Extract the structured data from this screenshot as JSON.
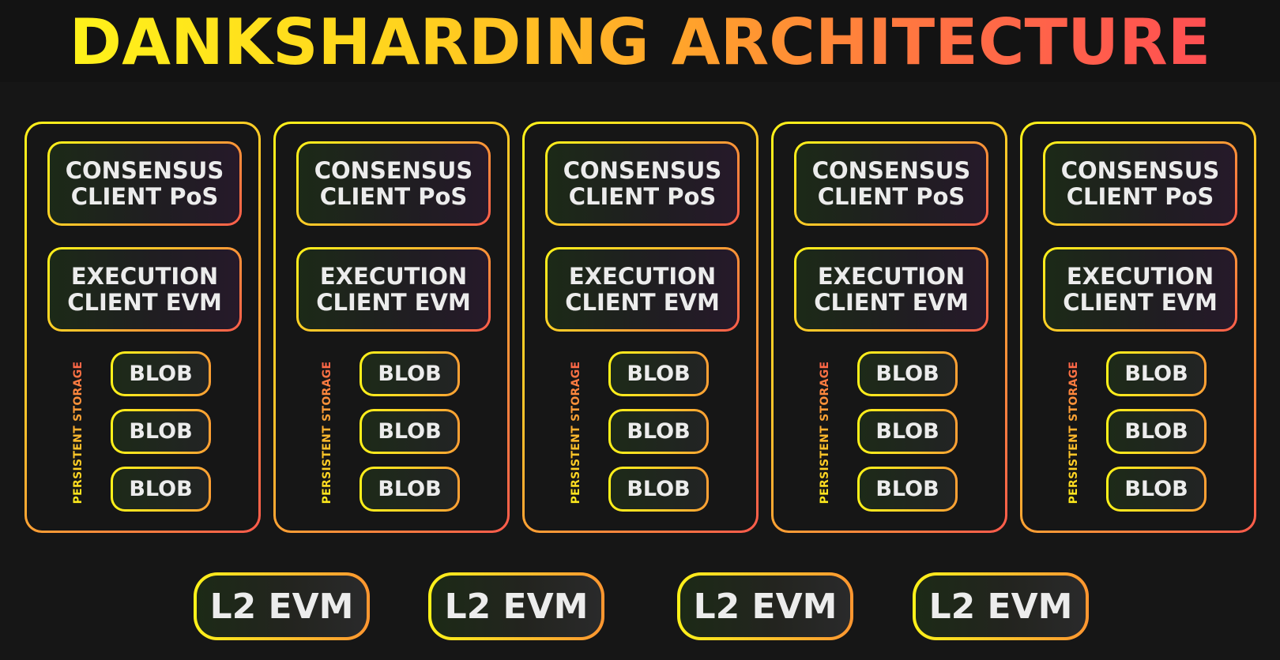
{
  "title": "DANKSHARDING ARCHITECTURE",
  "nodes": [
    {
      "consensus": [
        "CONSENSUS",
        "CLIENT PoS"
      ],
      "execution": [
        "EXECUTION",
        "CLIENT EVM"
      ],
      "storage_label": "PERSISTENT STORAGE",
      "blobs": [
        "BLOB",
        "BLOB",
        "BLOB"
      ]
    },
    {
      "consensus": [
        "CONSENSUS",
        "CLIENT PoS"
      ],
      "execution": [
        "EXECUTION",
        "CLIENT EVM"
      ],
      "storage_label": "PERSISTENT STORAGE",
      "blobs": [
        "BLOB",
        "BLOB",
        "BLOB"
      ]
    },
    {
      "consensus": [
        "CONSENSUS",
        "CLIENT PoS"
      ],
      "execution": [
        "EXECUTION",
        "CLIENT EVM"
      ],
      "storage_label": "PERSISTENT STORAGE",
      "blobs": [
        "BLOB",
        "BLOB",
        "BLOB"
      ]
    },
    {
      "consensus": [
        "CONSENSUS",
        "CLIENT PoS"
      ],
      "execution": [
        "EXECUTION",
        "CLIENT EVM"
      ],
      "storage_label": "PERSISTENT STORAGE",
      "blobs": [
        "BLOB",
        "BLOB",
        "BLOB"
      ]
    },
    {
      "consensus": [
        "CONSENSUS",
        "CLIENT PoS"
      ],
      "execution": [
        "EXECUTION",
        "CLIENT EVM"
      ],
      "storage_label": "PERSISTENT STORAGE",
      "blobs": [
        "BLOB",
        "BLOB",
        "BLOB"
      ]
    }
  ],
  "layer2": [
    "L2 EVM",
    "L2 EVM",
    "L2 EVM",
    "L2 EVM"
  ],
  "colors": {
    "background": "#161616",
    "gradient_start": "#fff21a",
    "gradient_mid": "#ffa12c",
    "gradient_end": "#ff4f52",
    "text": "#ececec"
  }
}
